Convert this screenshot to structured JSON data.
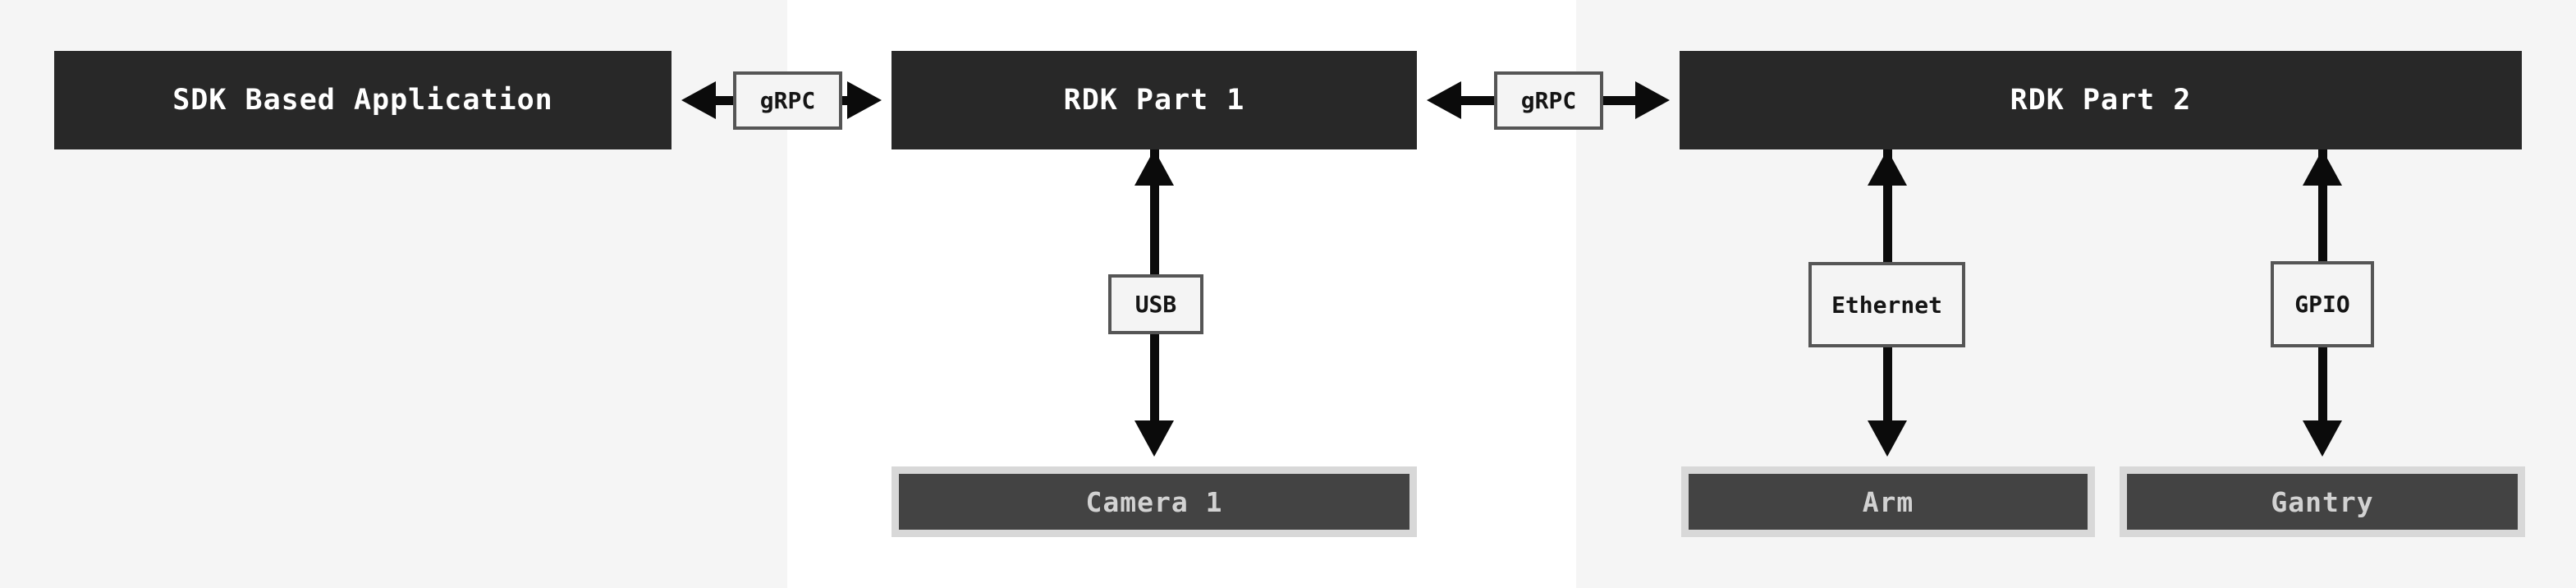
{
  "diagram": {
    "nodes": {
      "sdk_app": {
        "label": "SDK Based Application"
      },
      "rdk_part_1": {
        "label": "RDK Part 1"
      },
      "rdk_part_2": {
        "label": "RDK Part 2"
      }
    },
    "devices": {
      "camera_1": {
        "label": "Camera 1"
      },
      "arm": {
        "label": "Arm"
      },
      "gantry": {
        "label": "Gantry"
      }
    },
    "connectors": {
      "grpc_1": {
        "label": "gRPC"
      },
      "grpc_2": {
        "label": "gRPC"
      },
      "usb": {
        "label": "USB"
      },
      "ethernet": {
        "label": "Ethernet"
      },
      "gpio": {
        "label": "GPIO"
      }
    },
    "colors": {
      "bg_gray": "#f5f5f5",
      "bg_white": "#ffffff",
      "node_fill": "#282828",
      "node_text": "#ffffff",
      "device_fill": "#434343",
      "device_border": "#d8d8d8",
      "device_text": "#d2d2d2",
      "tag_fill": "#f4f4f4",
      "tag_border": "#555555",
      "tag_text": "#151515",
      "arrow": "#0b0b0b"
    }
  }
}
